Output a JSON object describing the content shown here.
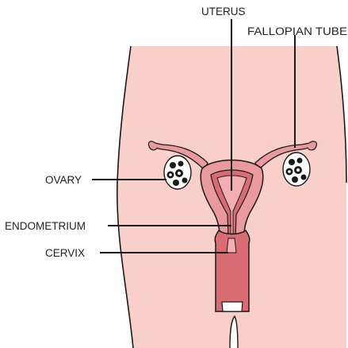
{
  "labels": {
    "uterus": "UTERUS",
    "fallopian_tube": "FALLOPIAN TUBE",
    "ovary": "OVARY",
    "endometrium": "ENDOMETRIUM",
    "cervix": "CERVIX"
  },
  "colors": {
    "background": "#ffffff",
    "body_fill": "#f8cfc9",
    "uterus_outer": "#ea9a9c",
    "uterus_inner": "#d96b72",
    "cavity": "#f3aeb2",
    "ovary_fill": "#ffffff",
    "outline": "#1a1a1a"
  },
  "icons": {
    "ovary_pattern": "cluster-of-follicles"
  }
}
